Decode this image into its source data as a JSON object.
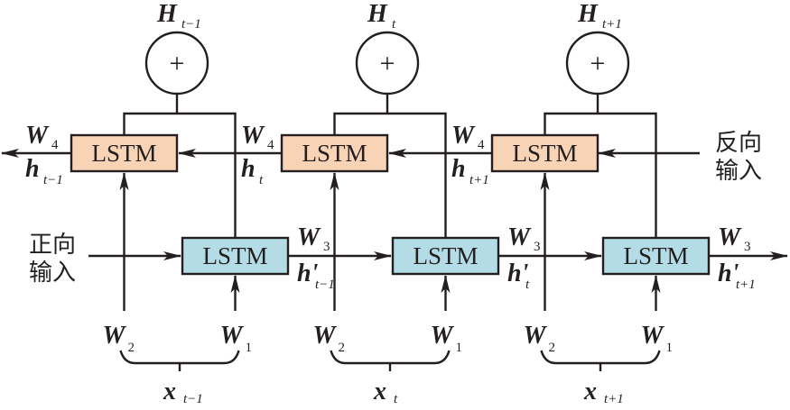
{
  "diagram": {
    "title": "Bidirectional LSTM",
    "node_label": "LSTM",
    "combine_symbol": "+",
    "forward_input_label": [
      "正向",
      "输入"
    ],
    "backward_input_label": [
      "反向",
      "输入"
    ],
    "colors": {
      "backward_box": "#f8d3b6",
      "forward_box": "#b3dce6",
      "stroke": "#231f20"
    },
    "steps": [
      {
        "output": {
          "base": "H",
          "sub": "t−1"
        },
        "input": {
          "base": "x",
          "sub": "t−1"
        },
        "w2": {
          "base": "W",
          "sub": "2"
        },
        "w1": {
          "base": "W",
          "sub": "1"
        },
        "backward_out_weight": {
          "base": "W",
          "sub": "4"
        },
        "backward_out_state": {
          "base": "h",
          "sub": "t−1"
        },
        "forward_out_weight": {
          "base": "W",
          "sub": "3"
        },
        "forward_out_state": {
          "base": "h'",
          "sub": "t−1"
        }
      },
      {
        "output": {
          "base": "H",
          "sub": "t"
        },
        "input": {
          "base": "x",
          "sub": "t"
        },
        "w2": {
          "base": "W",
          "sub": "2"
        },
        "w1": {
          "base": "W",
          "sub": "1"
        },
        "backward_out_weight": {
          "base": "W",
          "sub": "4"
        },
        "backward_out_state": {
          "base": "h",
          "sub": "t"
        },
        "forward_out_weight": {
          "base": "W",
          "sub": "3"
        },
        "forward_out_state": {
          "base": "h'",
          "sub": "t"
        }
      },
      {
        "output": {
          "base": "H",
          "sub": "t+1"
        },
        "input": {
          "base": "x",
          "sub": "t+1"
        },
        "w2": {
          "base": "W",
          "sub": "2"
        },
        "w1": {
          "base": "W",
          "sub": "1"
        },
        "backward_out_weight": {
          "base": "W",
          "sub": "4"
        },
        "backward_out_state": {
          "base": "h",
          "sub": "t+1"
        },
        "forward_out_weight": {
          "base": "W",
          "sub": "3"
        },
        "forward_out_state": {
          "base": "h'",
          "sub": "t+1"
        }
      }
    ]
  }
}
